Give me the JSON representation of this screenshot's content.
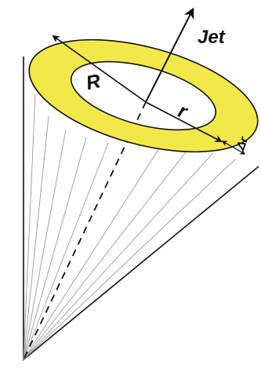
{
  "labels": {
    "jet": "Jet",
    "outer_radius": "R",
    "inner_radius": "r",
    "ring_width": "Δr"
  },
  "colors": {
    "annulus_fill": "#f2e84a",
    "stroke": "#111111",
    "background": "#ffffff",
    "hatch": "#9a9a9a"
  }
}
